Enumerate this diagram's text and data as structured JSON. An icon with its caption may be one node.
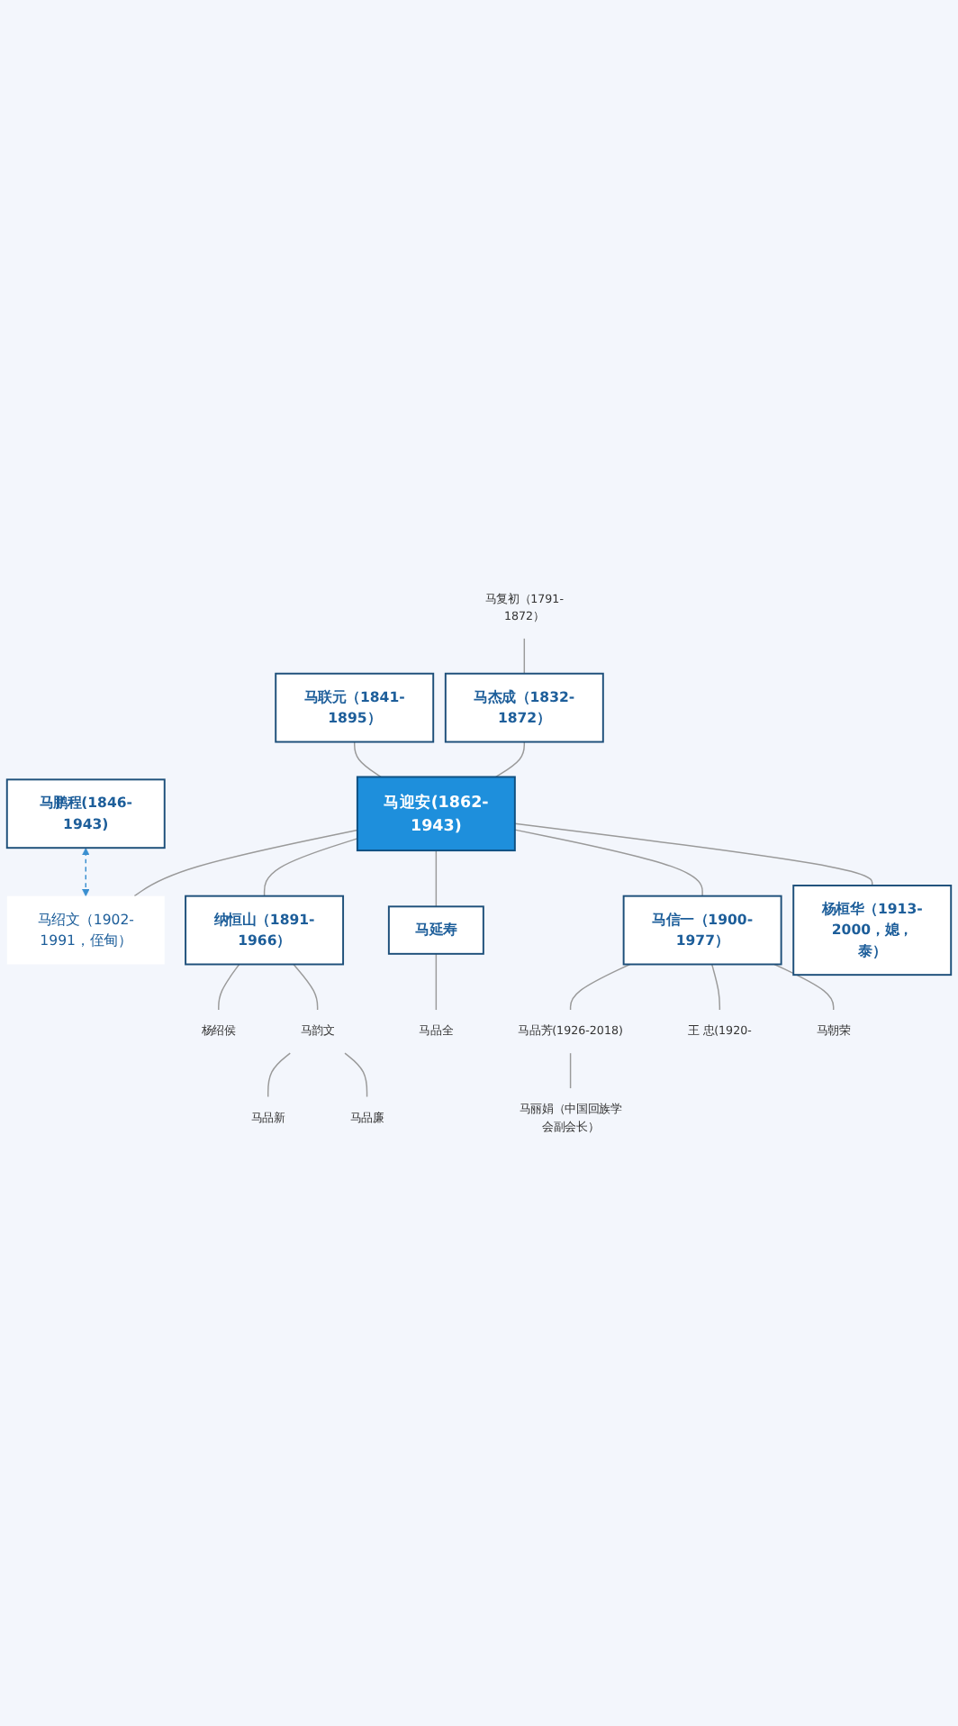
{
  "diagram": {
    "nodes": [
      {
        "text": [
          "马复初（1791-1872）"
        ]
      },
      {
        "text": [
          "马鹏程(1846-1943)"
        ]
      },
      {
        "text": [
          "马杰成（1832-1872）"
        ]
      },
      {
        "text": [
          "马联元（1841-1895）"
        ]
      },
      {
        "text": [
          "马迎安(1862-1943)"
        ]
      },
      {
        "text": [
          "杨桓华（1913-2000，媳，泰）"
        ]
      },
      {
        "text": [
          "马绍文（1902-1991，侄甸）"
        ]
      },
      {
        "text": [
          "纳恒山（1891-1966）"
        ]
      },
      {
        "text": [
          "马延寿"
        ]
      },
      {
        "text": [
          "马信一（1900-1977）"
        ]
      },
      {
        "text": [
          "杨绍侯"
        ]
      },
      {
        "text": [
          "马韵文"
        ]
      },
      {
        "text": [
          "马品新"
        ]
      },
      {
        "text": [
          "马品廉"
        ]
      },
      {
        "text": [
          "马品全"
        ]
      },
      {
        "text": [
          "马品芳(1926-2018)"
        ]
      },
      {
        "text": [
          "马丽娟（中国回族学会副会长）"
        ]
      },
      {
        "text": [
          "王 忠(1920-"
        ]
      },
      {
        "text": [
          "马朝荣"
        ]
      }
    ],
    "edges": [
      {
        "from": 0,
        "to": 2,
        "arrow": "none"
      },
      {
        "from": 2,
        "to": 4,
        "arrow": "none"
      },
      {
        "from": 3,
        "to": 4,
        "arrow": "none"
      },
      {
        "from": 4,
        "to": 5,
        "arrow": "none"
      },
      {
        "from": 4,
        "to": 6,
        "arrow": "none"
      },
      {
        "from": 4,
        "to": 7,
        "arrow": "none"
      },
      {
        "from": 4,
        "to": 8,
        "arrow": "none"
      },
      {
        "from": 4,
        "to": 9,
        "arrow": "none"
      },
      {
        "from": 1,
        "to": 6,
        "arrow": "both",
        "style": "dashed",
        "color": "#3a8fd0"
      },
      {
        "from": 7,
        "to": 10,
        "arrow": "none"
      },
      {
        "from": 7,
        "to": 11,
        "arrow": "none"
      },
      {
        "from": 11,
        "to": 12,
        "arrow": "none"
      },
      {
        "from": 11,
        "to": 13,
        "arrow": "none"
      },
      {
        "from": 8,
        "to": 14,
        "arrow": "none"
      },
      {
        "from": 9,
        "to": 15,
        "arrow": "none"
      },
      {
        "from": 15,
        "to": 16,
        "arrow": "none"
      },
      {
        "from": 9,
        "to": 17,
        "arrow": "none"
      },
      {
        "from": 9,
        "to": 18,
        "arrow": "none"
      }
    ]
  }
}
